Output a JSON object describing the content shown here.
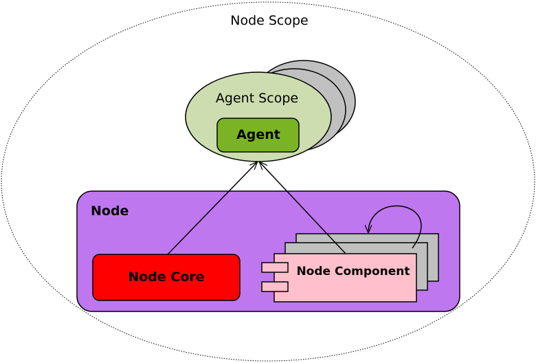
{
  "node_scope": {
    "label": "Node Scope"
  },
  "agent_scope": {
    "label": "Agent Scope"
  },
  "agent": {
    "label": "Agent"
  },
  "node": {
    "label": "Node"
  },
  "node_core": {
    "label": "Node Core"
  },
  "node_component": {
    "label": "Node Component"
  },
  "colors": {
    "node_fill": "#bf77ef",
    "node_core_fill": "#ff0000",
    "node_component_fill": "#ffc0cb",
    "stack_gray": "#c0c0c0",
    "agent_scope_fill": "#cdddb0",
    "agent_fill": "#7ab425"
  }
}
